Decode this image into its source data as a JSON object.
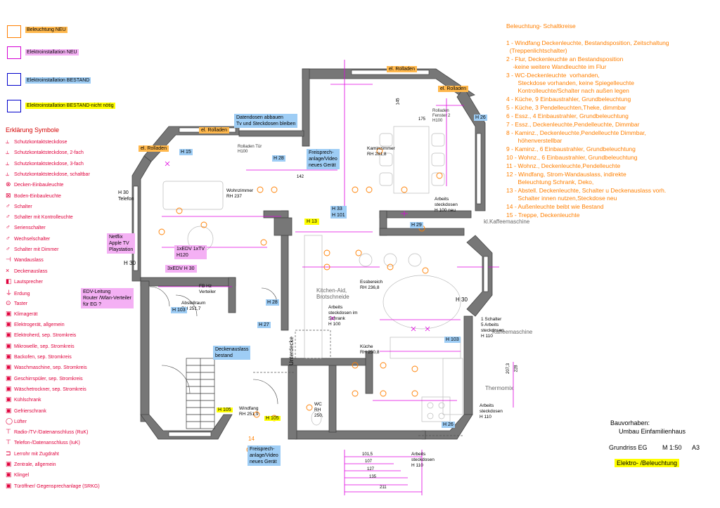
{
  "legend": {
    "items": [
      {
        "label": "Beleuchtung NEU",
        "border": "#ff7f00",
        "fill": "#ffb84d"
      },
      {
        "label": "Elektroinstallation NEU",
        "border": "#d400d4",
        "fill": "#f4b0f4"
      },
      {
        "label": "Elektroinstallation BESTAND",
        "border": "#0000cc",
        "fill": "#9ecdf5"
      },
      {
        "label": "Elektroinstallation BESTAND-nicht nötig",
        "border": "#0000cc",
        "fill": "#ffff00"
      }
    ]
  },
  "symbols": {
    "title": "Erklärung Symbole",
    "items": [
      {
        "label": "Schutzkontaktsteckdose",
        "icon": "⥿"
      },
      {
        "label": "Schutzkontaktsteckdose, 2-fach",
        "icon": "⥿"
      },
      {
        "label": "Schutzkontaktsteckdose, 3-fach",
        "icon": "⥿"
      },
      {
        "label": "Schutzkontaktsteckdose, schaltbar",
        "icon": "⥿"
      },
      {
        "label": "Decken-Einbauleuchte",
        "icon": "⊗"
      },
      {
        "label": "Boden-Einbauleuchte",
        "icon": "⊠"
      },
      {
        "label": "Schalter",
        "icon": "♂"
      },
      {
        "label": "Schalter mit Kontrolleuchte",
        "icon": "♂"
      },
      {
        "label": "Serienschalter",
        "icon": "♂"
      },
      {
        "label": "Wechselschalter",
        "icon": "♂"
      },
      {
        "label": "Schalter mit Dimmer",
        "icon": "♂"
      },
      {
        "label": "Wandauslass",
        "icon": "⊣"
      },
      {
        "label": "Deckenauslass",
        "icon": "×"
      },
      {
        "label": "Lautsprecher",
        "icon": "◧"
      },
      {
        "label": "Erdung",
        "icon": "⏚"
      },
      {
        "label": "Taster",
        "icon": "⊙"
      },
      {
        "label": "Klimagerät",
        "icon": "▣"
      },
      {
        "label": "Elektrogerät, allgemein",
        "icon": "▣"
      },
      {
        "label": "Elektroherd, sep. Stromkreis",
        "icon": "▣"
      },
      {
        "label": "Mikrowelle, sep. Stromkreis",
        "icon": "▣"
      },
      {
        "label": "Backofen, sep. Stromkreis",
        "icon": "▣"
      },
      {
        "label": "Waschmaschine, sep. Stromkreis",
        "icon": "▣"
      },
      {
        "label": "Geschirrspüler, sep. Stromkreis",
        "icon": "▣"
      },
      {
        "label": "Wäschetrockner, sep. Stromkreis",
        "icon": "▣"
      },
      {
        "label": "Kühlschrank",
        "icon": "▣"
      },
      {
        "label": "Gefrierschrank",
        "icon": "▣"
      },
      {
        "label": "Lüfter",
        "icon": "◯"
      },
      {
        "label": "Radio-/TV-/Datenanschluss (RuK)",
        "icon": "⊤"
      },
      {
        "label": "Telefon-/Datenanschluss (IuK)",
        "icon": "⊤"
      },
      {
        "label": "Lerrohr mit Zugdraht",
        "icon": "⊐"
      },
      {
        "label": "Zentrale, allgemein",
        "icon": "▣"
      },
      {
        "label": "Klingel",
        "icon": "▣"
      },
      {
        "label": "Türöffner/ Gegensprechanlage (SRKG)",
        "icon": "▣"
      }
    ]
  },
  "circuits": {
    "title": "Beleuchtung- Schaltkreise",
    "items": [
      "1 - Windfang Deckenleuchte, Bestandsposition, Zeitschaltung\n  (Treppenlichtschalter)",
      "2 - Flur, Deckenleuchte an Bestandsposition\n    -keine weitere Wandleuchte im Flur",
      "3 - WC-Deckenleuchte  vorhanden,\n       Steckdose vorhanden, keine Spiegelleuchte\n       Kontrolleuchte/Schalter nach außen legen",
      "4 - Küche, 9 Einbaustrahler, Grundbeleuchtung",
      "5 - Küche, 3 Pendelleuchten,Theke, dimmbar",
      "6 - Essz., 4 Einbaustrahler, Grundbeleuchtung",
      "7 - Essz., Deckenleuchte,Pendelleuchte, Dimmbar",
      "8 - Kaminz., Deckenleuchte,Pendelleuchte Dimmbar,\n       höhenverstellbar",
      "9 - Kaminz., 6 Einbaustrahler, Grundbeleuchtung",
      "10 - Wohnz., 6 Einbaustrahler, Grundbeleuchtung",
      "11 - Wohnz., Deckenleuchte,Pendelleuchte",
      "12 - Windfang, Strom-Wandauslass, indirekte\n       Beleuchtung Schrank, Deko,",
      "13 - Abstell. Deckenleuchte, Schalter u Deckenauslass vorh.\n       Schalter innen nutzen,Steckdose neu",
      "14 - Außenleuchte beibt wie Bestand",
      "15 - Treppe, Deckenleuchte"
    ]
  },
  "titleblock": {
    "project_label": "Bauvorhaben:",
    "project_name": "Umbau Einfamilienhaus",
    "plan": "Grundriss EG",
    "scale": "M 1:50",
    "paper": "A3",
    "subject": "Elektro- /Beleuchtung"
  },
  "plan": {
    "notes_blue": [
      {
        "text": "Datendosen abbauen\nTv und Steckdosen bleiben"
      },
      {
        "text": "Freisprech-\nanlage/Video\nneues Gerät"
      },
      {
        "text": "Deckenauslass\nbestand"
      },
      {
        "text": "Freisprech-\nanlage/Video\nneues Gerät"
      }
    ],
    "notes_pink": [
      {
        "text": "Netflix\nApple TV\nPlaystation"
      },
      {
        "text": "EDV-Leitung\nRouter /Wlan-Verteiler\nfür EG ?"
      },
      {
        "text": "1xEDV 1xTV\nH120"
      },
      {
        "text": "3xEDV H 30"
      }
    ],
    "notes_orange": [
      {
        "text": "el. Rolladen"
      },
      {
        "text": "el. Rolladen"
      },
      {
        "text": "el. Rolladen"
      },
      {
        "text": "el. Rolladen"
      }
    ],
    "notes_yellow": [
      {
        "text": "H 13"
      }
    ],
    "rooms": [
      {
        "text": "Wohnzimmer\nRH 237"
      },
      {
        "text": "Kaminzimmer\nRH 281,8"
      },
      {
        "text": "Essbereich\nRH 236,8"
      },
      {
        "text": "Küche\nRH 250,8"
      },
      {
        "text": "Abstellraum\nRH 251,7"
      },
      {
        "text": "Windfang\nRH 251,9"
      },
      {
        "text": "WC\nRH\n250,"
      },
      {
        "text": "FB Hz\nVerteiler"
      }
    ],
    "heights": [
      {
        "text": "H 15"
      },
      {
        "text": "H 28"
      },
      {
        "text": "H 33\nH 101"
      },
      {
        "text": "H 29"
      },
      {
        "text": "H 26"
      },
      {
        "text": "H 30"
      },
      {
        "text": "H 103"
      },
      {
        "text": "H 28"
      },
      {
        "text": "H 27"
      },
      {
        "text": "H 103"
      },
      {
        "text": "H 105"
      },
      {
        "text": "H 105"
      },
      {
        "text": "H 26"
      },
      {
        "text": "H 30"
      }
    ],
    "plain_labels": [
      {
        "text": "H 30\nTelefon"
      },
      {
        "text": "Arbeits\nsteckdosen im\nSchrank\nH 100"
      },
      {
        "text": "Arbeits\nsteckdosen\nH 100 neu"
      },
      {
        "text": "1 Schalter\n5 Arbeits\nsteckdosen\nH 110"
      },
      {
        "text": "Arbeits\nsteckdosen\nH 110"
      },
      {
        "text": "Arbeits\nsteckdosen\nH 110"
      },
      {
        "text": "kl.Kaffeemaschine"
      },
      {
        "text": "Kaffeemaschine"
      },
      {
        "text": "Thermomix"
      },
      {
        "text": "Kitchen-Aid,\nBrotschneide"
      },
      {
        "text": "Unterdecke"
      },
      {
        "text": "14"
      },
      {
        "text": "Rolladen\nFenster 2\nH100"
      },
      {
        "text": "Rolladen Tür\nH100"
      }
    ],
    "dimensions": [
      "101,5",
      "107",
      "127",
      "135",
      "211",
      "207,3",
      "228",
      "142",
      "145",
      "175"
    ]
  }
}
